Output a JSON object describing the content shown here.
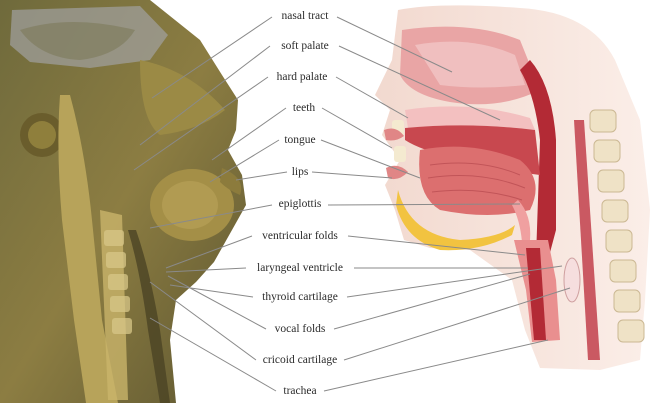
{
  "labels": {
    "nasal_tract": "nasal tract",
    "soft_palate": "soft palate",
    "hard_palate": "hard palate",
    "teeth": "teeth",
    "tongue": "tongue",
    "lips": "lips",
    "epiglottis": "epiglottis",
    "ventricular_folds": "ventricular folds",
    "laryngeal_ventricle": "laryngeal ventricle",
    "thyroid_cartilage": "thyroid cartilage",
    "vocal_folds": "vocal folds",
    "cricoid_cartilage": "cricoid cartilage",
    "trachea": "trachea"
  },
  "colors": {
    "specimen": "#8a7a3f",
    "illustration_tissue": "#e98f8f",
    "illustration_deep": "#b32a35",
    "leader_line": "#8a8a8a"
  }
}
